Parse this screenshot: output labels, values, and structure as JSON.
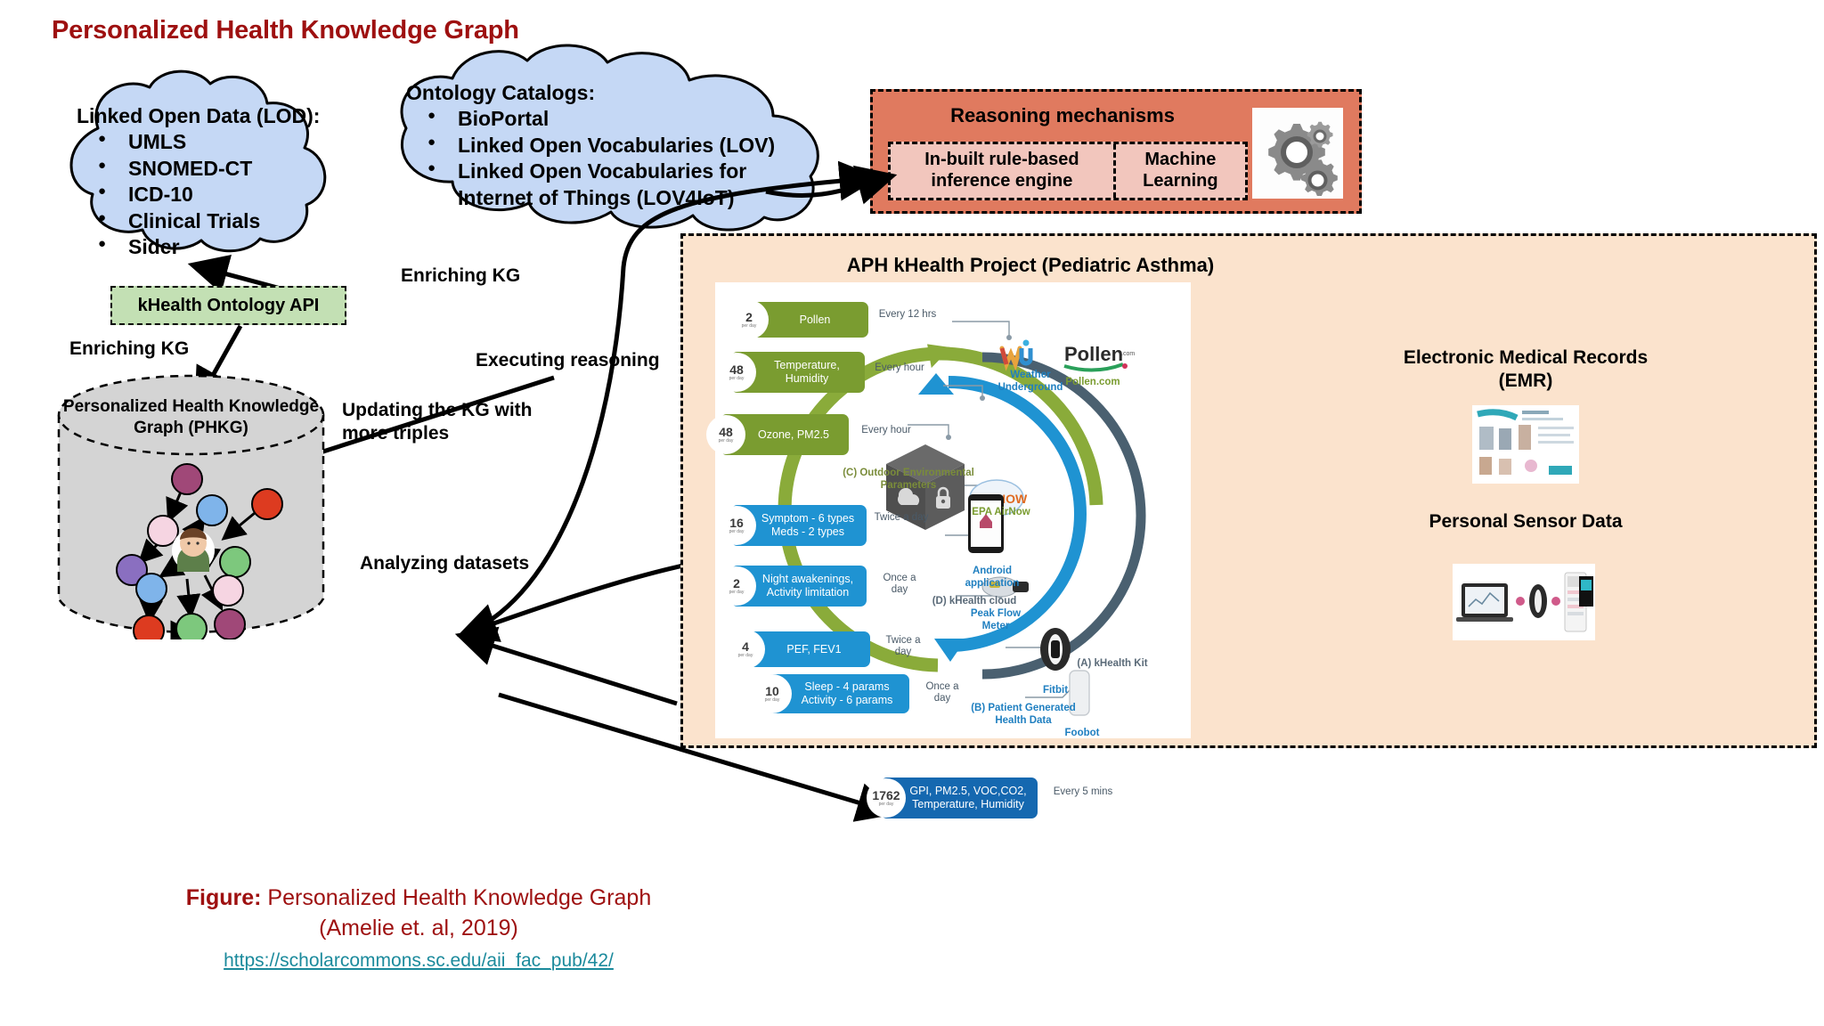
{
  "slide": {
    "title": "Personalized Health Knowledge Graph"
  },
  "clouds": {
    "lod": {
      "name": "lod-cloud",
      "heading": "Linked Open Data (LOD):",
      "items": [
        "UMLS",
        "SNOMED-CT",
        "ICD-10",
        "Clinical Trials",
        "Sider"
      ]
    },
    "ontology": {
      "name": "ontology-catalogs-cloud",
      "heading": "Ontology Catalogs:",
      "items": [
        "BioPortal",
        "Linked Open Vocabularies (LOV)",
        "Linked Open Vocabularies for",
        "Internet of Things (LOV4IoT)"
      ]
    }
  },
  "reasoning": {
    "title": "Reasoning mechanisms",
    "cells": [
      "In-built rule-based inference engine",
      "Machine Learning"
    ],
    "icon": "gears-icon",
    "color_bg": "#e07a5f",
    "color_inner": "#f2c6bd"
  },
  "khealth_api": {
    "label": "kHealth Ontology API",
    "color": "#c3e0b4"
  },
  "phkg": {
    "label": "Personalized Health Knowledge Graph (PHKG)",
    "fill": "#d4d4d4"
  },
  "arrows": {
    "enriching_kg_right": "Enriching KG",
    "enriching_kg_left": "Enriching KG",
    "executing_reasoning": "Executing reasoning",
    "updating_kg": "Updating the KG with more triples",
    "analyzing_datasets": "Analyzing datasets"
  },
  "aph": {
    "title": "APH kHealth Project (Pediatric Asthma)",
    "bg": "#fbe3cd",
    "emr_label": "Electronic Medical Records (EMR)",
    "sensor_label": "Personal Sensor Data"
  },
  "khealth_diagram": {
    "rows": [
      {
        "count": "2",
        "per": "per day",
        "text": "Pollen",
        "freq": "Every 12 hrs",
        "device": "Pollen.com",
        "color": "green"
      },
      {
        "count": "48",
        "per": "per day",
        "text": "Temperature, Humidity",
        "freq": "Every hour",
        "device": "Weather Underground",
        "color": "green"
      },
      {
        "count": "48",
        "per": "per day",
        "text": "Ozone, PM2.5",
        "freq": "Every hour",
        "device": "EPA AirNow",
        "color": "green"
      },
      {
        "count": "16",
        "per": "per day",
        "text": "Symptom - 6 types Meds - 2 types",
        "freq": "Twice a day",
        "device": "Android application",
        "color": "blue"
      },
      {
        "count": "2",
        "per": "per day",
        "text": "Night awakenings, Activity limitation",
        "freq": "Once a day",
        "device": "Android application",
        "color": "blue"
      },
      {
        "count": "4",
        "per": "per day",
        "text": "PEF, FEV1",
        "freq": "Twice a day",
        "device": "Peak Flow Meter",
        "color": "blue"
      },
      {
        "count": "10",
        "per": "per day",
        "text": "Sleep - 4 params Activity - 6 params",
        "freq": "Once a day",
        "device": "Fitbit",
        "color": "blue"
      },
      {
        "count": "1762",
        "per": "per day",
        "text": "GPI, PM2.5, VOC,CO2, Temperature, Humidity",
        "freq": "Every 5 mins",
        "device": "Foobot",
        "color": "dblue"
      }
    ],
    "sections": {
      "c": "(C) Outdoor Environmental Parameters",
      "b": "(B) Patient Generated Health Data",
      "a": "(A) kHealth Kit",
      "d": "(D) kHealth cloud"
    },
    "cloud_cube": "kHealth Cloud"
  },
  "caption": {
    "bold": "Figure:",
    "rest": " Personalized Health Knowledge Graph",
    "line2": "(Amelie et. al, 2019)",
    "link": "https://scholarcommons.sc.edu/aii_fac_pub/42/",
    "color": "#9e1010",
    "link_color": "#1b8a9c"
  }
}
